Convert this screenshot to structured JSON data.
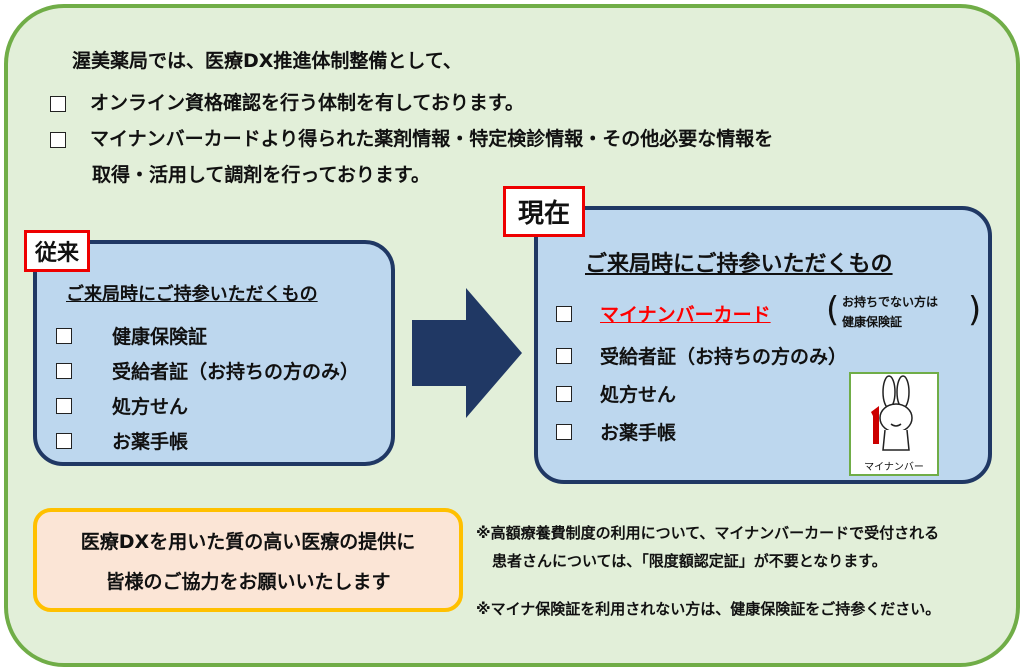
{
  "intro": "渥美薬局では、医療DX推進体制整備として、",
  "checks": [
    "オンライン資格確認を行う体制を有しております。",
    "マイナンバーカードより得られた薬剤情報・特定検診情報・その他必要な情報を",
    "取得・活用して調剤を行っております。"
  ],
  "before": {
    "tag": "従来",
    "heading": "ご来局時にご持参いただくもの",
    "items": [
      "健康保険証",
      "受給者証（お持ちの方のみ）",
      "処方せん",
      "お薬手帳"
    ]
  },
  "now": {
    "tag": "現在",
    "heading": "ご来局時にご持参いただくもの",
    "card": "マイナンバーカード",
    "card_note_1": "お持ちでない方は",
    "card_note_2": "健康保険証",
    "items": [
      "受給者証（お持ちの方のみ）",
      "処方せん",
      "お薬手帳"
    ],
    "mascot_label": "マイナンバー"
  },
  "appeal": {
    "line1": "医療DXを用いた質の高い医療の提供に",
    "line2": "皆様のご協力をお願いいたします"
  },
  "notes": {
    "n1a": "※高額療養費制度の利用について、マイナンバーカードで受付される",
    "n1b": "患者さんについては、「限度額認定証」が不要となります。",
    "n2": "※マイナ保険証を利用されない方は、健康保険証をご持参ください。"
  },
  "colors": {
    "bg": "#e2efd9",
    "frame": "#70ad47",
    "box": "#bdd7ee",
    "navy": "#203864",
    "red": "#ff0000",
    "yellow": "#ffc000"
  }
}
